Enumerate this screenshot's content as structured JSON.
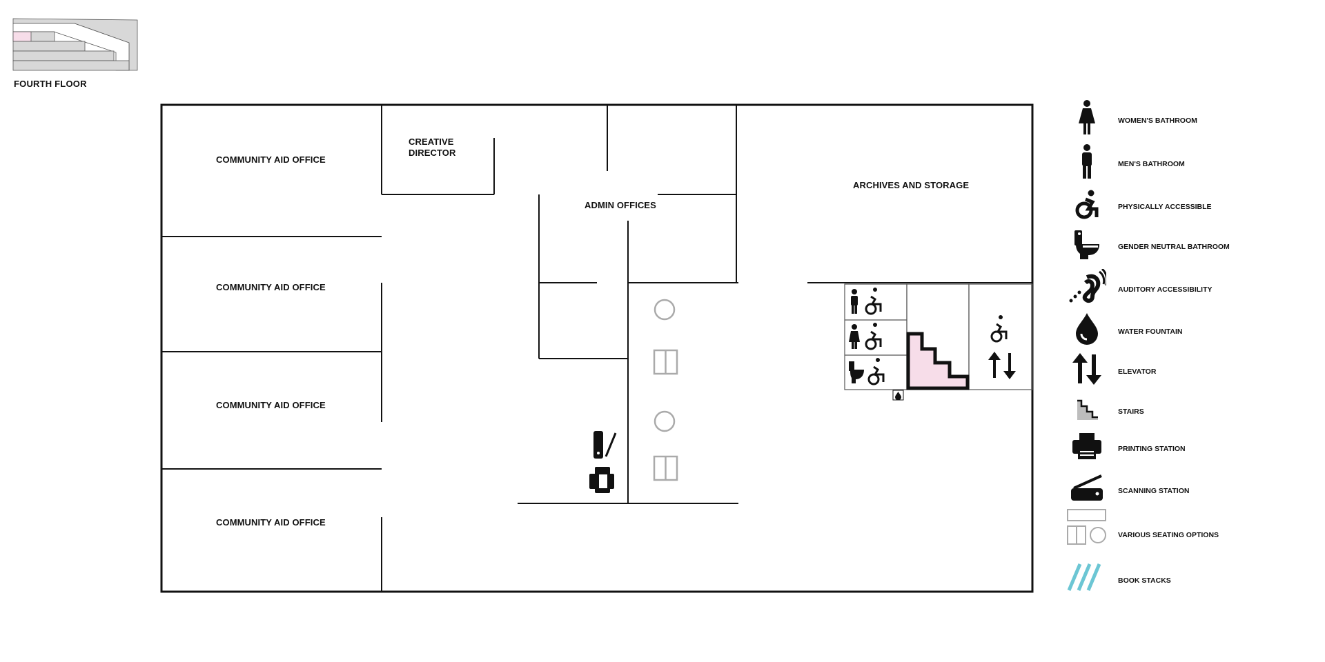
{
  "floor": {
    "label": "FOURTH FLOOR"
  },
  "rooms": {
    "community_aid_1": "COMMUNITY AID OFFICE",
    "community_aid_2": "COMMUNITY AID OFFICE",
    "community_aid_3": "COMMUNITY AID OFFICE",
    "community_aid_4": "COMMUNITY AID OFFICE",
    "creative_director_line1": "CREATIVE",
    "creative_director_line2": "DIRECTOR",
    "admin_offices": "ADMIN OFFICES",
    "archives": "ARCHIVES AND STORAGE"
  },
  "legend": {
    "items": [
      {
        "label": "WOMEN'S BATHROOM",
        "icon": "woman-icon"
      },
      {
        "label": "MEN'S BATHROOM",
        "icon": "man-icon"
      },
      {
        "label": "PHYSICALLY ACCESSIBLE",
        "icon": "wheelchair-icon"
      },
      {
        "label": "GENDER NEUTRAL BATHROOM",
        "icon": "toilet-icon"
      },
      {
        "label": "AUDITORY ACCESSIBILITY",
        "icon": "ear-icon"
      },
      {
        "label": "WATER FOUNTAIN",
        "icon": "water-drop-icon"
      },
      {
        "label": "ELEVATOR",
        "icon": "elevator-arrows-icon"
      },
      {
        "label": "STAIRS",
        "icon": "stairs-icon"
      },
      {
        "label": "PRINTING STATION",
        "icon": "printer-icon"
      },
      {
        "label": "SCANNING STATION",
        "icon": "scanner-icon"
      },
      {
        "label": "VARIOUS SEATING OPTIONS",
        "icon": "seating-icon"
      },
      {
        "label": "BOOK STACKS",
        "icon": "book-stacks-icon"
      }
    ]
  },
  "colors": {
    "wall": "#111111",
    "stairs_fill": "#f7dde9",
    "seating": "#aaaaaa",
    "book_stacks": "#6cc6d4",
    "mini_map_fill": "#d8d8d8",
    "mini_map_highlight": "#f7dde9"
  }
}
